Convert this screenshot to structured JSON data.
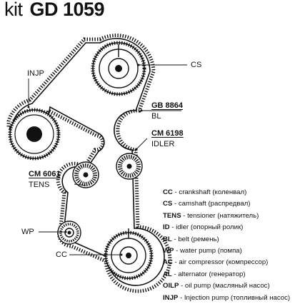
{
  "header": {
    "kit": "kit",
    "code": "GD 1059"
  },
  "labels": {
    "injp": "INJP",
    "cs": "CS",
    "bl": "BL",
    "idler": "IDLER",
    "tens": "TENS",
    "wp": "WP",
    "cc": "CC"
  },
  "parts": {
    "belt": "GB 8864",
    "idler": "CM  6198",
    "tensioner": "CM  6061"
  },
  "legend": [
    {
      "code": "CC",
      "text": "crankshaft (коленвал)"
    },
    {
      "code": "CS",
      "text": "camshaft (распредвал)"
    },
    {
      "code": "TENS",
      "text": "tensioner (натяжитель)"
    },
    {
      "code": "ID",
      "text": "idler (опорный ролик)"
    },
    {
      "code": "BL",
      "text": "belt (ремень)"
    },
    {
      "code": "WP",
      "text": "water pump (помпа)"
    },
    {
      "code": "AC",
      "text": "air compressor (компрессор)"
    },
    {
      "code": "AL",
      "text": "alternator (генератор)"
    },
    {
      "code": "OILP",
      "text": "oil pump (масляный насос)"
    },
    {
      "code": "INJP",
      "text": "Injection pump (топливный насос)"
    }
  ],
  "colors": {
    "ink": "#111111",
    "background": "#ffffff"
  }
}
